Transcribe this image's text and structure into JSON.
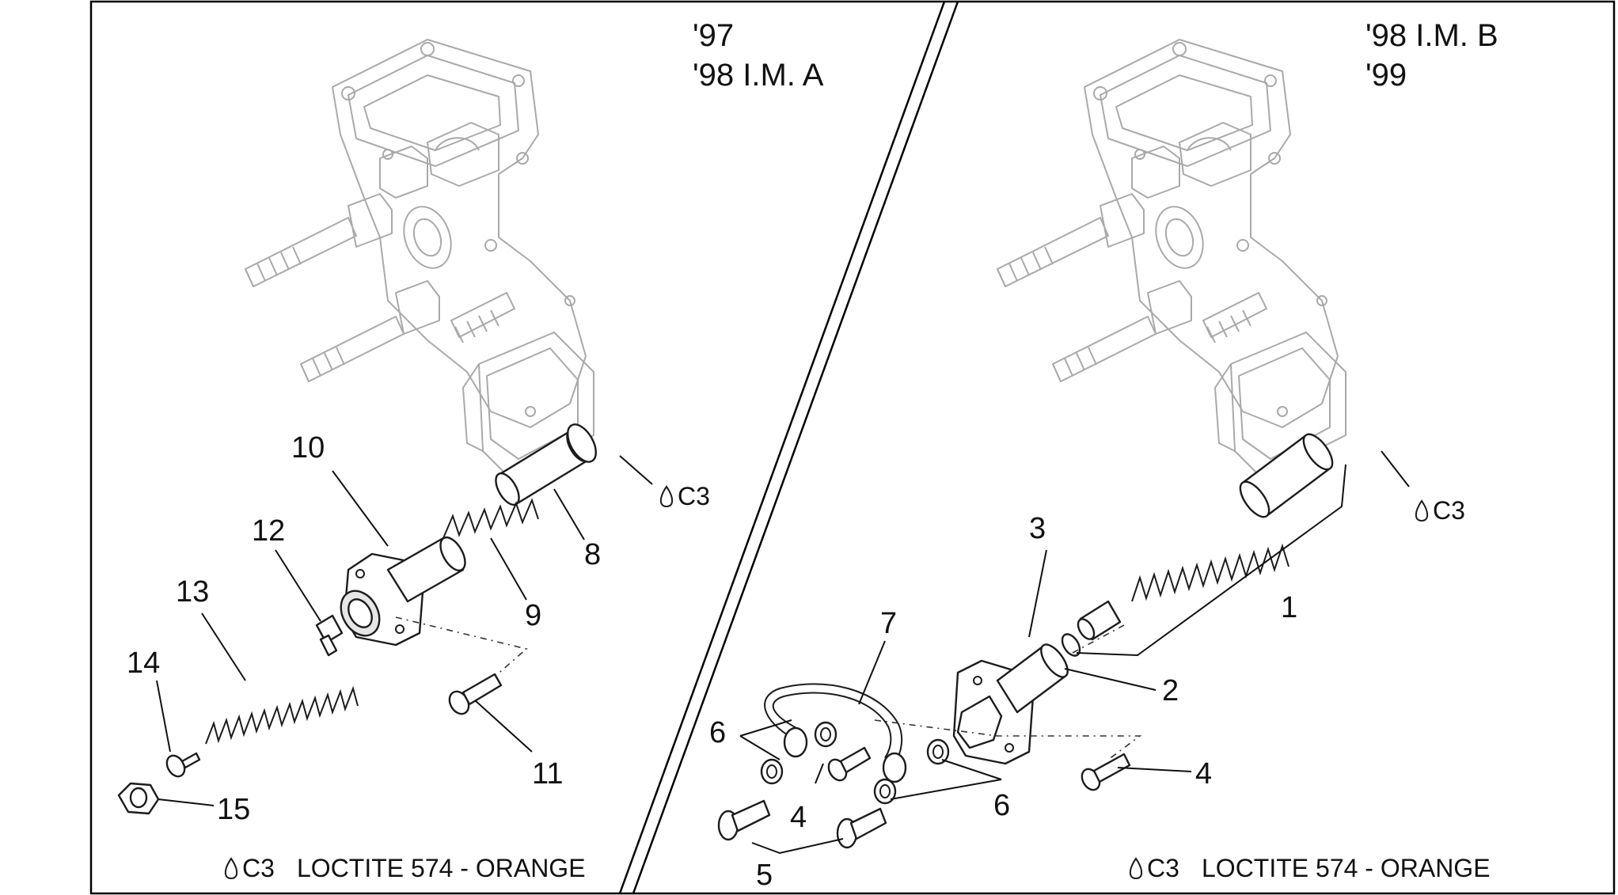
{
  "left_panel": {
    "model_line1": "'97",
    "model_line2": "'98 I.M. A",
    "c3_mark": "C3",
    "footer_mark": "C3",
    "footer_text": "LOCTITE 574 - ORANGE",
    "callouts": [
      "8",
      "9",
      "10",
      "11",
      "12",
      "13",
      "14",
      "15"
    ]
  },
  "right_panel": {
    "model_line1": "'98 I.M. B",
    "model_line2": "'99",
    "c3_mark": "C3",
    "footer_mark": "C3",
    "footer_text": "LOCTITE 574 - ORANGE",
    "callouts": [
      "1",
      "2",
      "3",
      "4",
      "4",
      "5",
      "6",
      "6",
      "7"
    ]
  }
}
